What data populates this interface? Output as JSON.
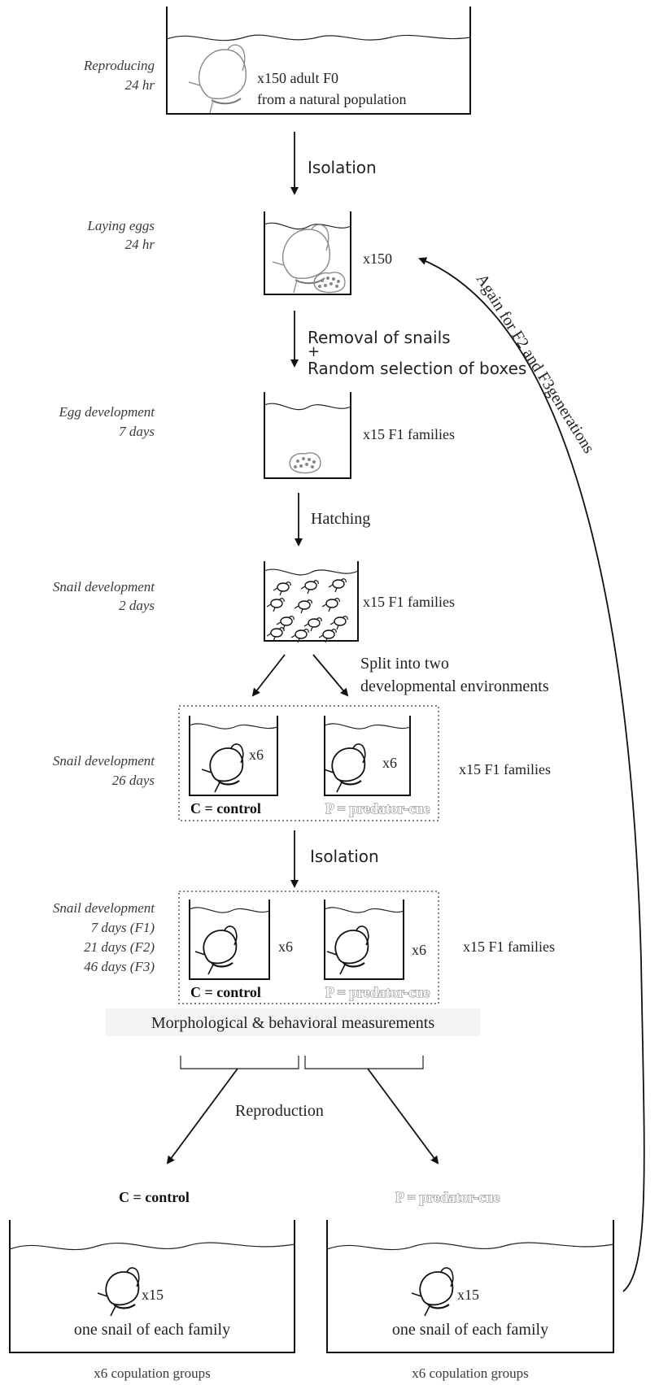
{
  "stages": {
    "reproducing": {
      "name": "Reproducing",
      "time": "24 hr"
    },
    "laying": {
      "name": "Laying eggs",
      "time": "24 hr"
    },
    "egg_dev": {
      "name": "Egg development",
      "time": "7 days"
    },
    "snail_dev1": {
      "name": "Snail development",
      "time": "2 days"
    },
    "snail_dev2": {
      "name": "Snail development",
      "time": "26 days"
    },
    "snail_dev3": {
      "name": "Snail development",
      "t1": "7 days (F1)",
      "t2": "21 days (F2)",
      "t3": "46 days (F3)"
    }
  },
  "top_box": {
    "line1": "x150 adult F0",
    "line2": "from a natural population"
  },
  "steps": {
    "isolation1": "Isolation",
    "removal": "Removal of snails",
    "plus": "+",
    "random": "Random selection of boxes",
    "hatching": "Hatching",
    "split1": "Split into two",
    "split2": "developmental environments",
    "isolation2": "Isolation",
    "reproduction": "Reproduction",
    "measurements": "Morphological & behavioral measurements"
  },
  "counts": {
    "x150": "x150",
    "families_a": "x15 F1 families",
    "families_b": "x15 F1 families",
    "families_c": "x15 F1 families",
    "families_d": "x15 F1 families",
    "x6": "x6",
    "x15": "x15"
  },
  "treatments": {
    "control": "C  = control",
    "predator": "P = predator-cue"
  },
  "bottom": {
    "one_each": "one snail of each family",
    "groups": "x6 copulation groups"
  },
  "loop_label": "Again for F2 and F3generations"
}
